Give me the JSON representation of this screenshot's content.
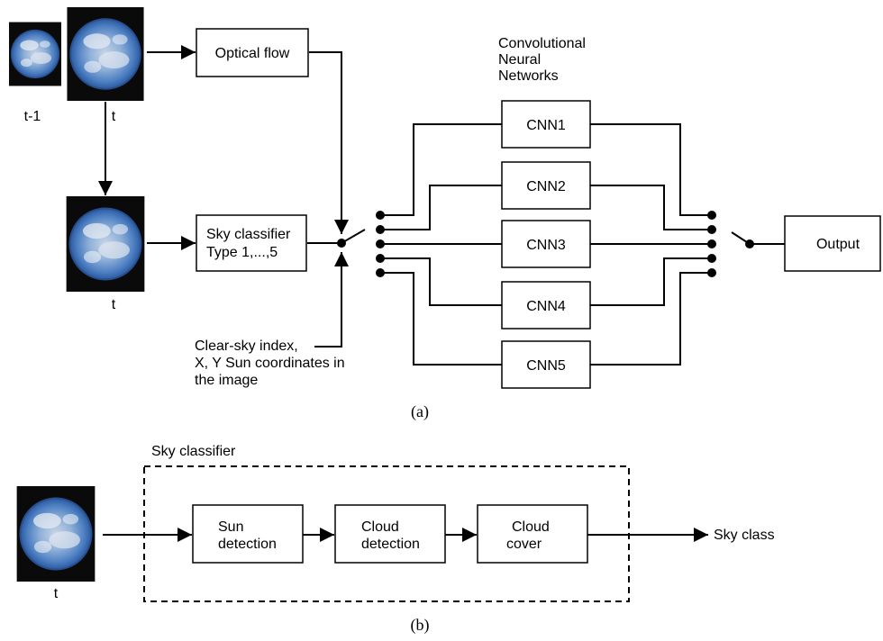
{
  "panel_a": {
    "caption": "(a)",
    "images": [
      {
        "label": "t-1"
      },
      {
        "label": "t"
      },
      {
        "label": "t"
      }
    ],
    "optical_flow": "Optical flow",
    "sky_classifier": {
      "line1": "Sky classifier",
      "line2": "Type 1,...,5"
    },
    "inputs_note": {
      "line1": "Clear-sky index,",
      "line2": "X, Y Sun coordinates in",
      "line3": "the image"
    },
    "cnn_header": {
      "line1": "Convolutional",
      "line2": "Neural",
      "line3": "Networks"
    },
    "cnns": [
      "CNN1",
      "CNN2",
      "CNN3",
      "CNN4",
      "CNN5"
    ],
    "output": "Output"
  },
  "panel_b": {
    "caption": "(b)",
    "image_label": "t",
    "group_title": "Sky classifier",
    "steps": [
      {
        "line1": "Sun",
        "line2": "detection"
      },
      {
        "line1": "Cloud",
        "line2": "detection"
      },
      {
        "line1": "Cloud",
        "line2": "cover"
      }
    ],
    "result": "Sky class"
  }
}
